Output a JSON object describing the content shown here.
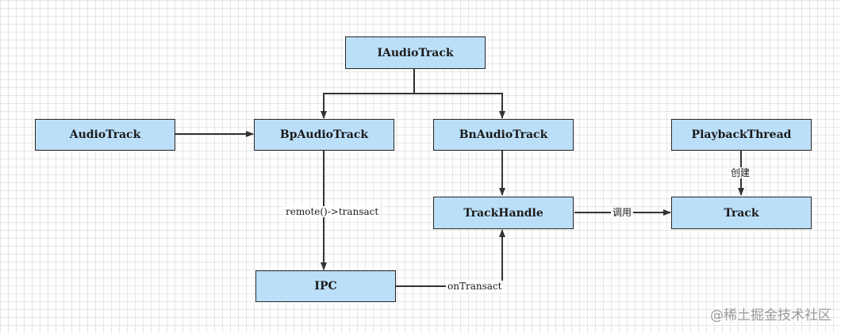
{
  "nodes": {
    "iaudiotrack": "IAudioTrack",
    "audiotrack": "AudioTrack",
    "bpaudiotrack": "BpAudioTrack",
    "bnaudiotrack": "BnAudioTrack",
    "playbackthread": "PlaybackThread",
    "trackhandle": "TrackHandle",
    "track": "Track",
    "ipc": "IPC"
  },
  "edge_labels": {
    "remote_transact": "remote()->transact",
    "on_transact": "onTransact",
    "create": "创建",
    "call": "调用"
  },
  "watermark": "@稀土掘金技术社区",
  "colors": {
    "node_fill": "#bcdff9",
    "node_border": "#262626",
    "edge": "#333333"
  }
}
